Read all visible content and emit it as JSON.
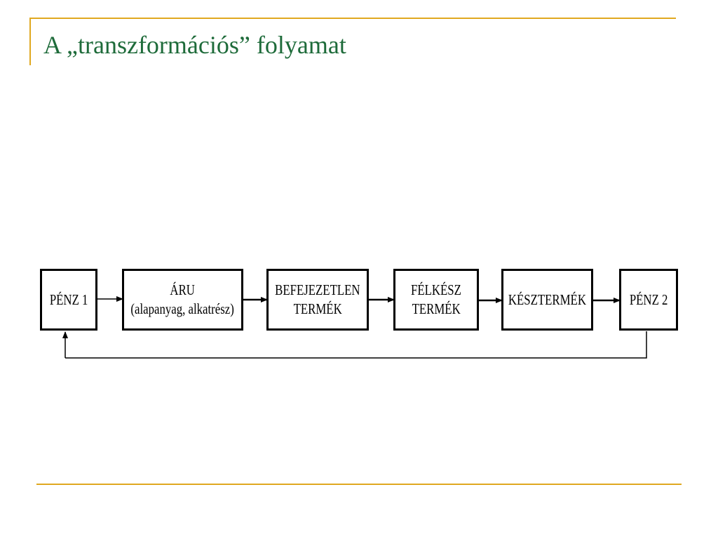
{
  "slide": {
    "title": "A „transzformációs” folyamat"
  },
  "diagram": {
    "nodes": [
      {
        "id": "penz1",
        "lines": [
          "PÉNZ 1"
        ]
      },
      {
        "id": "aru",
        "lines": [
          "ÁRU",
          "(alapanyag, alkatrész)"
        ]
      },
      {
        "id": "befejezetlen",
        "lines": [
          "BEFEJEZETLEN",
          "TERMÉK"
        ]
      },
      {
        "id": "felkesz",
        "lines": [
          "FÉLKÉSZ",
          "TERMÉK"
        ]
      },
      {
        "id": "keszermek",
        "lines": [
          "KÉSZTERMÉK"
        ]
      },
      {
        "id": "penz2",
        "lines": [
          "PÉNZ 2"
        ]
      }
    ]
  },
  "colors": {
    "accent": "#e0a820",
    "title": "#1e6b3a",
    "stroke": "#000000"
  }
}
